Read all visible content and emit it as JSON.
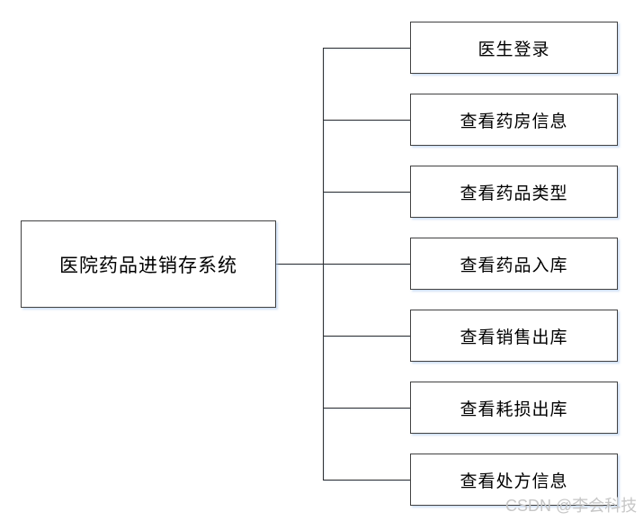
{
  "diagram": {
    "root": {
      "label": "医院药品进销存系统"
    },
    "children": [
      {
        "label": "医生登录"
      },
      {
        "label": "查看药房信息"
      },
      {
        "label": "查看药品类型"
      },
      {
        "label": "查看药品入库"
      },
      {
        "label": "查看销售出库"
      },
      {
        "label": "查看耗损出库"
      },
      {
        "label": "查看处方信息"
      }
    ],
    "colors": {
      "background": "#ffffff",
      "box_fill": "#ffffff",
      "box_border": "#414141",
      "line": "#2e2e2e",
      "text": "#000000",
      "shadow": "#a8c4ec",
      "watermark": "#c6c6c6"
    }
  },
  "watermark": {
    "text": "CSDN @李会科技"
  }
}
